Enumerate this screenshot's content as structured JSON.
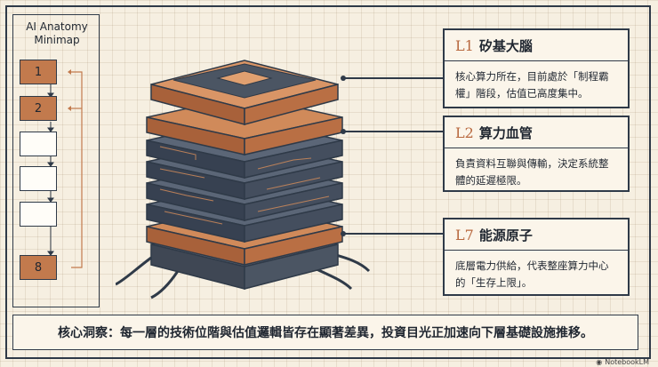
{
  "minimap": {
    "title": "AI Anatomy\nMinimap",
    "boxes": [
      {
        "label": "1",
        "active": true
      },
      {
        "label": "2",
        "active": true
      },
      {
        "label": "",
        "active": false
      },
      {
        "label": "",
        "active": false
      },
      {
        "label": "",
        "active": false
      },
      {
        "label": "8",
        "active": true
      }
    ]
  },
  "callouts": [
    {
      "id": "L1",
      "title": "矽基大腦",
      "body": "核心算力所在，目前處於「制程霸權」階段，估值已高度集中。"
    },
    {
      "id": "L2",
      "title": "算力血管",
      "body": "負責資料互聯與傳輸，決定系統整體的延遲極限。"
    },
    {
      "id": "L7",
      "title": "能源原子",
      "body": "底層電力供給，代表整座算力中心的「生存上限」。"
    }
  ],
  "insight": "核心洞察：每一層的技術位階與估值邏輯皆存在顯著差異，投資目光正加速向下層基礎設施推移。",
  "brand": "NotebookLM",
  "colors": {
    "copper": "#c27a4d",
    "slate": "#4b5563",
    "ink": "#2f3a48"
  }
}
